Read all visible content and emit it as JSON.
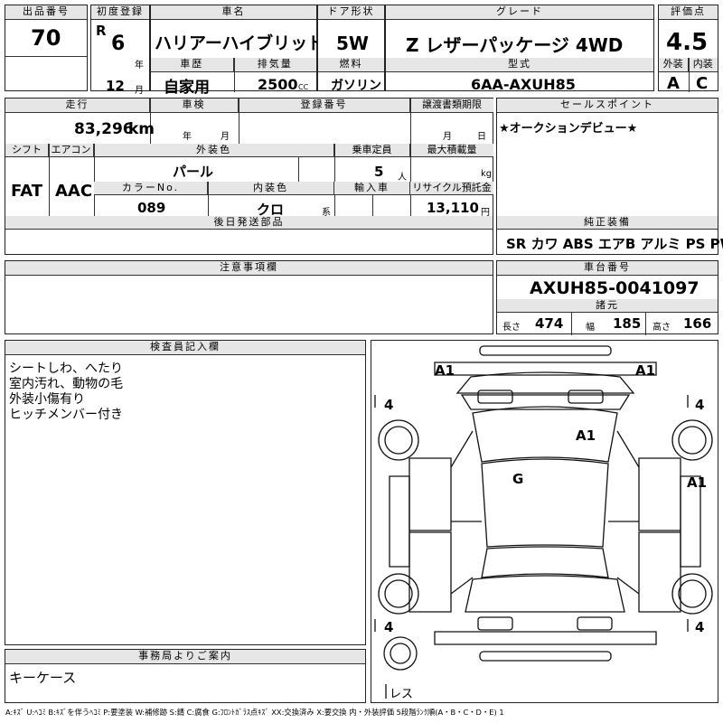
{
  "row1": {
    "lot_label": "出品番号",
    "lot": "70",
    "first_reg_label": "初度登録",
    "era": "R",
    "year": "6",
    "year_unit": "年",
    "month": "12",
    "month_unit": "月",
    "car_name_label": "車名",
    "car_name": "ハリアーハイブリッド",
    "door_label": "ドア形状",
    "door": "5W",
    "grade_label": "グレード",
    "grade": "Z レザーパッケージ 4WD",
    "score_label": "評価点",
    "score": "4.5",
    "history_label": "車歴",
    "history": "自家用",
    "displacement_label": "排気量",
    "displacement": "2500",
    "cc": "CC",
    "fuel_label": "燃料",
    "fuel": "ガソリン",
    "model_label": "型式",
    "model": "6AA-AXUH85",
    "exterior_label": "外装",
    "exterior": "A",
    "interior_label": "内装",
    "interior": "C"
  },
  "row2": {
    "mileage_label": "走行",
    "mileage": "83,296",
    "km": "km",
    "inspection_label": "車検",
    "insp_year": "年",
    "insp_month": "月",
    "reg_label": "登録番号",
    "transfer_label": "譲渡書類期限",
    "tr_month": "月",
    "tr_day": "日",
    "sales_label": "セールスポイント",
    "sales": "★オークションデビュー★",
    "shift_label": "シフト",
    "shift": "FAT",
    "ac_label": "エアコン",
    "ac": "AAC",
    "color_label": "外装色",
    "color": "パール",
    "capacity_label": "乗車定員",
    "capacity": "5",
    "capacity_unit": "人",
    "load_label": "最大積載量",
    "load_unit": "kg",
    "color_no_label": "カラーNo.",
    "color_no": "089",
    "int_color_label": "内装色",
    "int_color": "クロ",
    "int_unit": "系",
    "import_label": "輸入車",
    "recycle_label": "リサイクル預託金",
    "recycle": "13,110",
    "yen": "円"
  },
  "later_label": "後日発送部品",
  "equip_label": "純正装備",
  "equip": "SR カワ ABS エアB アルミ PS PW",
  "notes_label": "注意事項欄",
  "chassis_label": "車台番号",
  "chassis": "AXUH85-0041097",
  "dims_label": "諸元",
  "len_label": "長さ",
  "len": "474",
  "wid_label": "幅",
  "wid": "185",
  "hgt_label": "高さ",
  "hgt": "166",
  "inspector_label": "検査員記入欄",
  "inspector": [
    "シートしわ、へたり",
    "室内汚れ、動物の毛",
    "外装小傷有り",
    "ヒッチメンバー付き"
  ],
  "office_label": "事務局よりご案内",
  "office": "キーケース",
  "legend": "A:ｷｽﾞ U:ﾍｺﾐ B:ｷｽﾞを伴うﾍｺﾐ P:要塗装 W:補修跡 S:錆 C:腐食 G:ﾌﾛﾝﾄｶﾞﾗｽ点ｷｽﾞ XX:交換済み X:要交換 内・外装評価 5段階ﾗﾝｸ順(A・B・C・D・E) 1",
  "diagram": {
    "a1_fl": "A1",
    "a1_fr": "A1",
    "a1_roof": "A1",
    "a1_side": "A1",
    "g": "G",
    "tire_fl": "4",
    "tire_fr": "4",
    "tire_rl": "4",
    "tire_rr": "4",
    "spare": "レス"
  }
}
